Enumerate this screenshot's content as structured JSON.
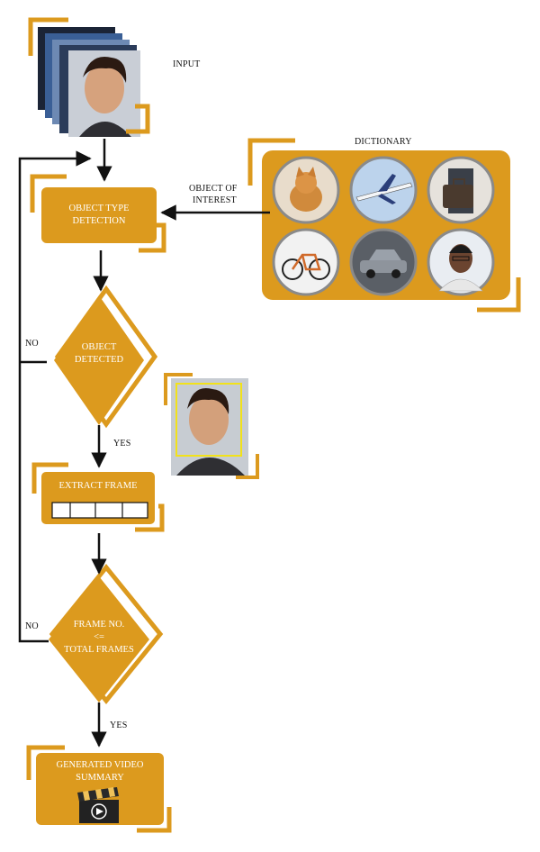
{
  "colors": {
    "accent": "#dc9a1e",
    "line": "#111111",
    "box_text": "#ffffff",
    "frame_highlight": "#f2e21a"
  },
  "input": {
    "label": "INPUT",
    "image_icon": "person-face-photo-stack"
  },
  "dictionary": {
    "label": "DICTIONARY",
    "items": [
      {
        "name": "cat",
        "icon": "cat-photo"
      },
      {
        "name": "airplane",
        "icon": "airplane-photo"
      },
      {
        "name": "briefcase",
        "icon": "briefcase-photo"
      },
      {
        "name": "bicycle",
        "icon": "bicycle-photo"
      },
      {
        "name": "car",
        "icon": "car-photo"
      },
      {
        "name": "person",
        "icon": "person-photo"
      }
    ]
  },
  "arrow_labels": {
    "object_of_interest_line1": "OBJECT OF",
    "object_of_interest_line2": "INTEREST",
    "no_1": "NO",
    "no_2": "NO",
    "yes_1": "YES",
    "yes_2": "YES"
  },
  "nodes": {
    "object_type_detection": {
      "line1": "OBJECT TYPE",
      "line2": "DETECTION"
    },
    "object_detected": {
      "line1": "OBJECT",
      "line2": "DETECTED"
    },
    "extract_frame": {
      "line1": "EXTRACT FRAME"
    },
    "frame_check": {
      "line1": "FRAME NO.",
      "line2": "<=",
      "line3": "TOTAL FRAMES"
    },
    "summary": {
      "line1": "GENERATED VIDEO",
      "line2": "SUMMARY",
      "icon": "video-clapper-play-icon"
    }
  }
}
